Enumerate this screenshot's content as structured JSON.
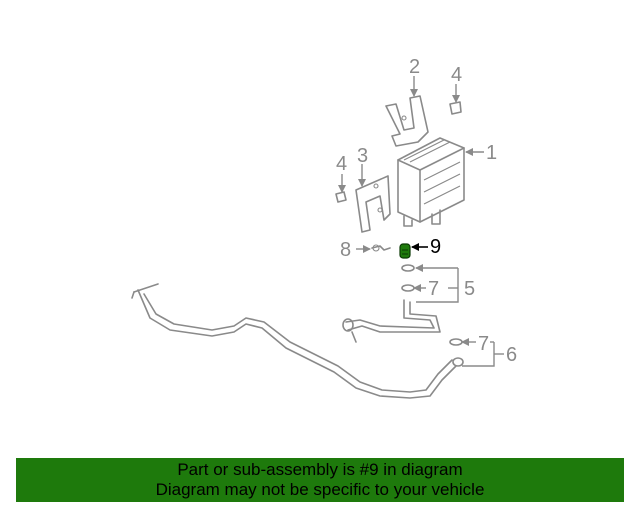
{
  "callouts": [
    "1",
    "2",
    "3",
    "4",
    "4",
    "5",
    "6",
    "7",
    "7",
    "8",
    "9"
  ],
  "highlight": {
    "number": "9",
    "color": "#1e7a0c"
  },
  "banner": {
    "line1": "Part or sub-assembly is #9 in diagram",
    "line2": "Diagram may not be specific to your vehicle",
    "background": "#1e7a0c"
  }
}
